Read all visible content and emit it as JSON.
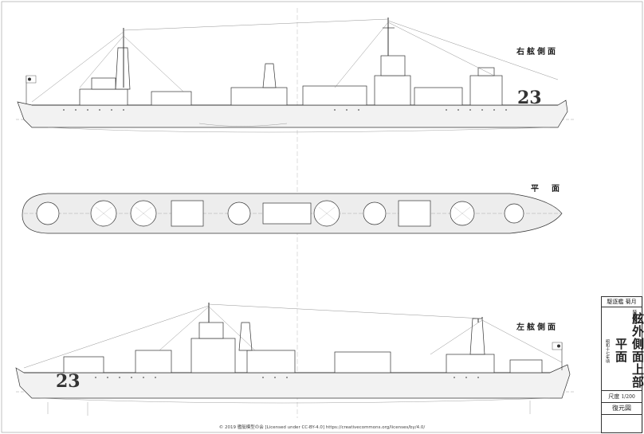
{
  "views": {
    "starboard_title": "右舷側面",
    "plan_title": "平　面",
    "port_title": "左舷側面"
  },
  "hull_number": "23",
  "title_block": {
    "ship_class": "駆逐艦",
    "ship_name": "菊月",
    "subtitle": "陸船図",
    "main_title": "舷外側面上部平面",
    "note": "昭和十七年頃",
    "scale_label": "尺度",
    "scale_value": "1/200",
    "drawing_type": "復元図"
  },
  "credit": "© 2019 艦艇模型の会 [Licensed under CC-BY-4.0]  https://creativecommons.org/licenses/by/4.0/"
}
